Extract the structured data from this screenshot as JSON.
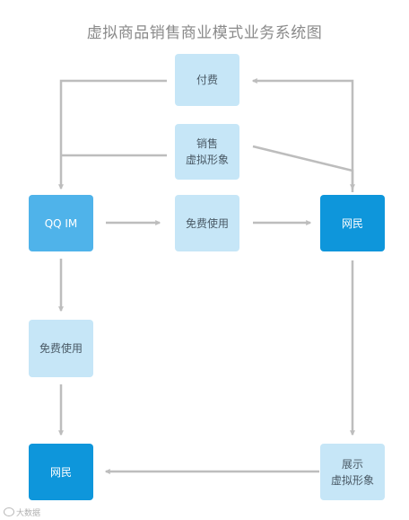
{
  "title": "虚拟商品销售商业模式业务系统图",
  "nodes": {
    "pay": {
      "lines": [
        "付费"
      ]
    },
    "sell": {
      "lines": [
        "销售",
        "虚拟形象"
      ]
    },
    "qqim": {
      "lines": [
        "QQ IM"
      ]
    },
    "free_mid": {
      "lines": [
        "免费使用"
      ]
    },
    "netizen_right": {
      "lines": [
        "网民"
      ]
    },
    "free_left": {
      "lines": [
        "免费使用"
      ]
    },
    "netizen_bottom": {
      "lines": [
        "网民"
      ]
    },
    "show": {
      "lines": [
        "展示",
        "虚拟形象"
      ]
    }
  },
  "colors": {
    "light_box": "#c6e6f7",
    "mid_box": "#4fb3ea",
    "dark_box": "#0e96db",
    "arrow": "#bdbdbd",
    "title": "#8a8a8a"
  },
  "watermark": "大数据"
}
